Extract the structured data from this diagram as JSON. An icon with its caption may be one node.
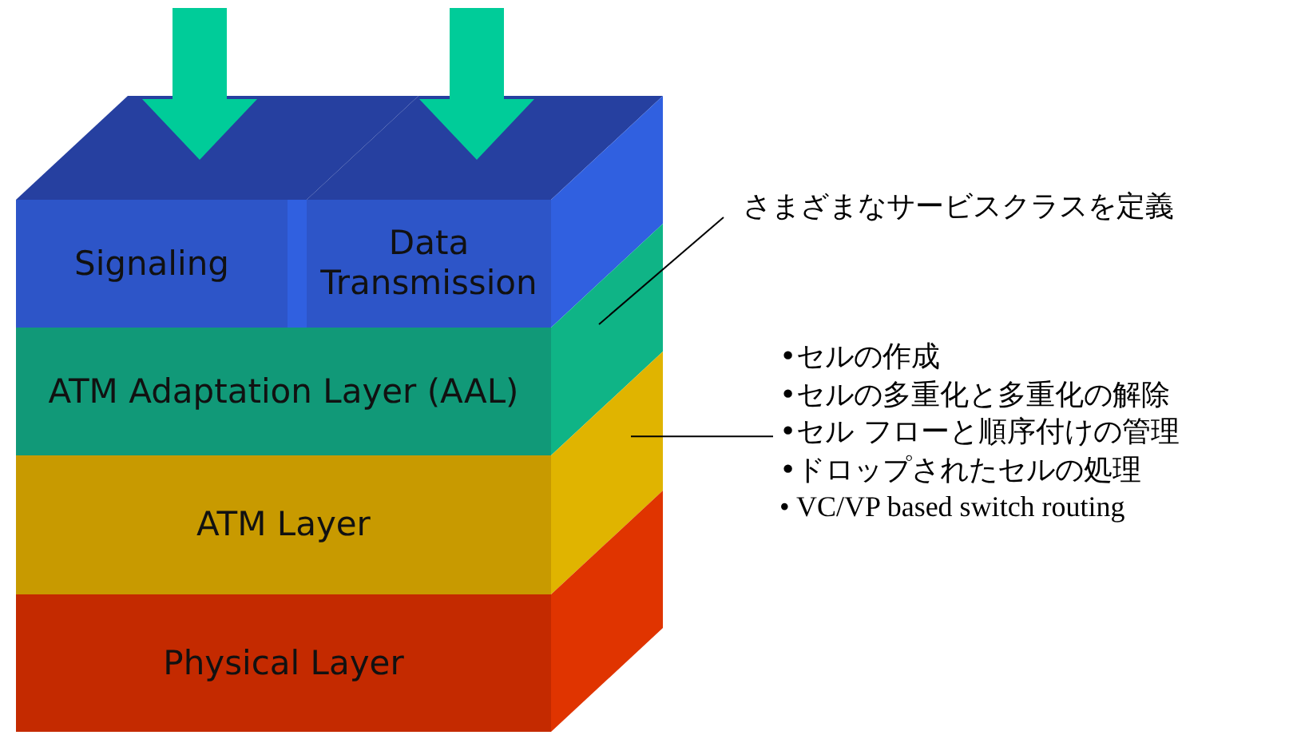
{
  "diagram": {
    "nodes": [
      {
        "text": [
          "Signaling"
        ]
      },
      {
        "text": [
          "Data Transmission"
        ]
      },
      {
        "text": [
          "ATM Adaptation Layer (AAL)"
        ]
      },
      {
        "text": [
          "ATM Layer"
        ]
      },
      {
        "text": [
          "Physical Layer"
        ]
      },
      {
        "text": [
          "さまざまなサービスクラスを定義"
        ]
      },
      {
        "text": [
          "•セルの作成",
          "•セルの多重化と多重化の解除",
          "•セル フローと順序付けの管理",
          "•ドロップされたセルの処理",
          "• VC/VP based switch routing"
        ]
      }
    ],
    "edges": [
      {
        "from": null,
        "to": 0,
        "arrow": "to",
        "style": "thick",
        "color": "#00cc99"
      },
      {
        "from": null,
        "to": 1,
        "arrow": "to",
        "style": "thick",
        "color": "#00cc99"
      },
      {
        "from": 5,
        "to": 2,
        "arrow": "none",
        "color": "#000000"
      },
      {
        "from": 6,
        "to": 3,
        "arrow": "none",
        "color": "#000000"
      }
    ]
  }
}
